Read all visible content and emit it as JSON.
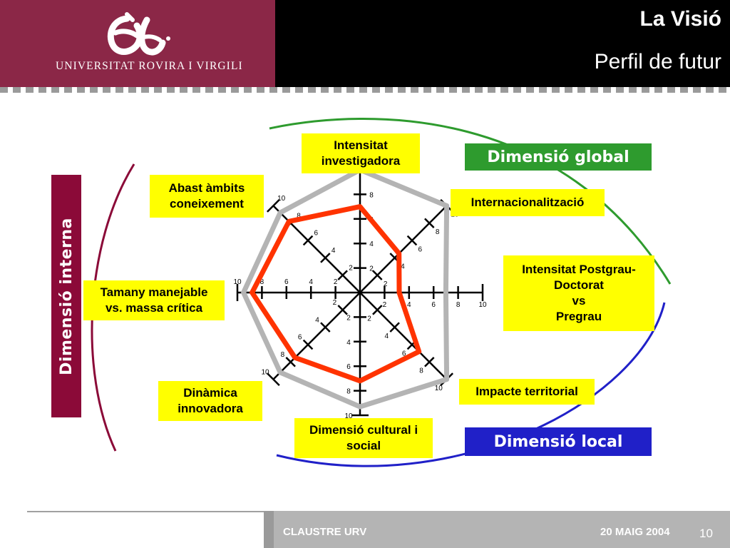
{
  "header": {
    "university": "Universitat Rovira i Virgili",
    "title": "La Visió",
    "subtitle": "Perfil de futur"
  },
  "dimensions": {
    "global": "Dimensió global",
    "local": "Dimensió local",
    "interna": "Dimensió interna"
  },
  "footer": {
    "left": "CLAUSTRE URV",
    "date": "20 MAIG 2004",
    "page": "10"
  },
  "colors": {
    "header_maroon": "#8b2747",
    "current_profile": "#ff3300",
    "future_profile": "#b4b4b4",
    "label_yellow": "#ffff00",
    "global_green": "#2e9b2e",
    "local_blue": "#2020c8",
    "interna_maroon": "#8b0a38"
  },
  "chart_data": {
    "type": "radar",
    "axes": [
      "Intensitat investigadora",
      "Internacionalització",
      "Intensitat Postgrau-Doctorat vs Pregrau",
      "Impacte territorial",
      "Dimensió cultural i social",
      "Dinàmica innovadora",
      "Tamany manejable vs. massa crítica",
      "Abast àmbits coneixement"
    ],
    "axis_label_lines": [
      [
        "Intensitat",
        "investigadora"
      ],
      [
        "Internacionalització"
      ],
      [
        "Intensitat Postgrau-",
        "Doctorat",
        "vs",
        "Pregrau"
      ],
      [
        "Impacte territorial"
      ],
      [
        "Dimensió cultural i",
        "social"
      ],
      [
        "Dinàmica",
        "innovadora"
      ],
      [
        "Tamany manejable",
        "vs. massa crítica"
      ],
      [
        "Abast àmbits",
        "coneixement"
      ]
    ],
    "range": [
      0,
      10
    ],
    "ticks": [
      2,
      4,
      6,
      8,
      10
    ],
    "tick_labels": [
      "2",
      "4",
      "6",
      "8",
      "10"
    ],
    "series": [
      {
        "values": [
          10,
          10,
          7,
          10,
          9.3,
          9.2,
          9.5,
          9.2
        ]
      },
      {
        "values": [
          7,
          4.5,
          3.2,
          6.8,
          7.2,
          7.5,
          8.8,
          8.2
        ]
      }
    ]
  }
}
